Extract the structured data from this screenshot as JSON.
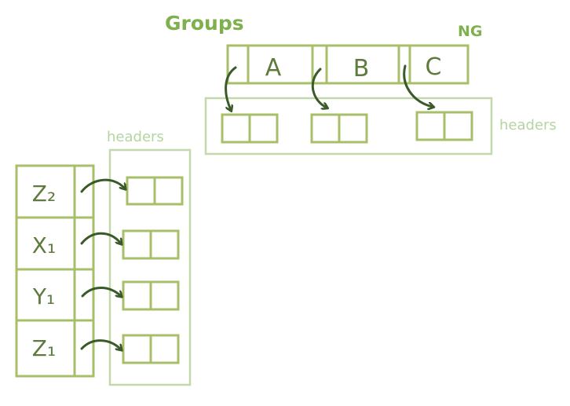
{
  "colors": {
    "box_stroke": "#a8bf6a",
    "header_panel_stroke": "#c2d8ad",
    "title_green": "#7fb04e",
    "header_label": "#b6d4a1",
    "arrow": "#3b5a2a",
    "group_letter": "#5e7b3d"
  },
  "groups": {
    "title": "Groups",
    "ng_label": "NG",
    "cells": [
      "A",
      "B",
      "C"
    ]
  },
  "top_headers": {
    "label": "headers"
  },
  "left_headers": {
    "label": "headers"
  },
  "rows": {
    "labels": [
      "Z₂",
      "X₁",
      "Y₁",
      "Z₁"
    ]
  },
  "icons": {
    "arrow": "curved-arrow-icon"
  }
}
